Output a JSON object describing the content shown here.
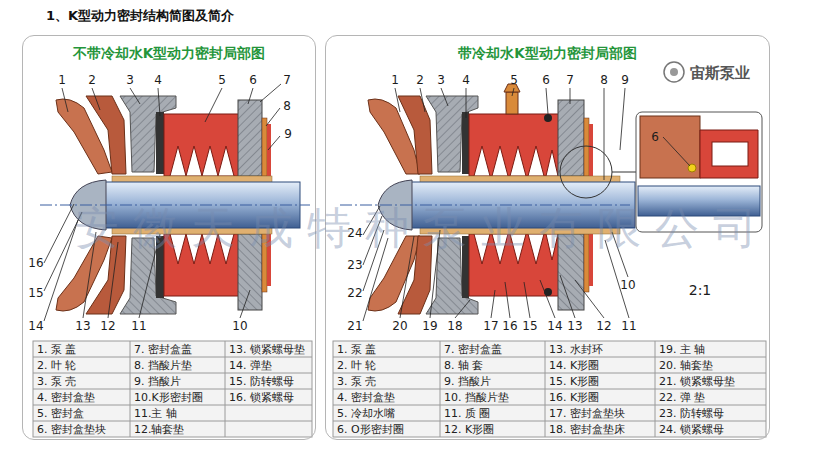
{
  "diagram": {
    "title": "1、K型动力密封结构简图及简介",
    "nodes": [
      {
        "text": [
          "不带冷却水K型动力密封局部图"
        ]
      },
      {
        "text": [
          "带冷却水K型动力密封局部图"
        ]
      }
    ],
    "labels": [
      "1",
      "2",
      "3",
      "4",
      "5",
      "6",
      "7",
      "8",
      "9",
      "10",
      "11",
      "12",
      "13",
      "14",
      "15",
      "16",
      "1",
      "2",
      "3",
      "4",
      "5",
      "6",
      "7",
      "8",
      "9",
      "10",
      "11",
      "12",
      "13",
      "14",
      "15",
      "16",
      "17",
      "18",
      "19",
      "20",
      "21",
      "22",
      "23",
      "24",
      "6",
      "2:1",
      "1. 泵 盖",
      "7. 密封盒盖",
      "13. 锁紧螺母垫",
      "2. 叶 轮",
      "8. 挡酸片垫",
      "14. 弹垫",
      "3. 泵 壳",
      "9. 挡酸片",
      "15. 防转螺母",
      "4. 密封盒垫",
      "10.K形密封圈",
      "16. 锁紧螺母",
      "5. 密封盒",
      "11.主 轴",
      "6. 密封盒垫块",
      "12.轴套垫",
      "1. 泵 盖",
      "7. 密封盒盖",
      "13. 水封环",
      "19. 主 轴",
      "2. 叶 轮",
      "8. 轴 套",
      "14. K形圈",
      "20. 轴套垫",
      "3. 泵 壳",
      "9. 挡酸片",
      "15. K形圈",
      "21. 锁紧螺母垫",
      "4. 密封盒垫",
      "10. 挡酸片垫",
      "16. K形圈",
      "22. 弹 垫",
      "5. 冷却水嘴",
      "11. 质 圈",
      "17. 密封盒垫块",
      "23. 防转螺母",
      "6. O形密封圈",
      "12. K形圈",
      "18. 密封盒垫床",
      "24. 锁紧螺母",
      "宙斯泵业",
      "安徽天成特种泵业有限公司"
    ]
  }
}
